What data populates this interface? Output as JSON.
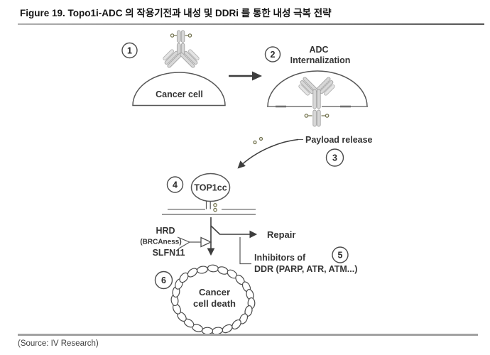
{
  "header": {
    "title": "Figure 19. Topo1i-ADC 의 작용기전과 내성 및 DDRi 를 통한 내성 극복 전략"
  },
  "footer": {
    "source": "(Source: IV Research)"
  },
  "diagram": {
    "steps": {
      "s1": {
        "number": "1",
        "label": "Cancer cell"
      },
      "s2": {
        "number": "2",
        "label_line1": "ADC",
        "label_line2": "Internalization"
      },
      "s3": {
        "number": "3",
        "label": "Payload release"
      },
      "s4": {
        "number": "4",
        "label": "TOP1cc"
      },
      "s5": {
        "number": "5",
        "sensitizer_1": "HRD",
        "sensitizer_1_sub": "(BRCAness)",
        "sensitizer_2": "SLFN11",
        "repair": "Repair",
        "inhibitors_line1": "Inhibitors of",
        "inhibitors_line2": "DDR (PARP, ATR, ATM...)"
      },
      "s6": {
        "number": "6",
        "label_line1": "Cancer",
        "label_line2": "cell death"
      }
    },
    "colors": {
      "outline": "#575757",
      "text": "#343434",
      "antibody_fill": "#d7d7d7",
      "payload": "#70704e",
      "dna": "#8d8d8d",
      "top_rule": "#8a8a8a",
      "bottom_rule": "#a2a2a2"
    }
  }
}
